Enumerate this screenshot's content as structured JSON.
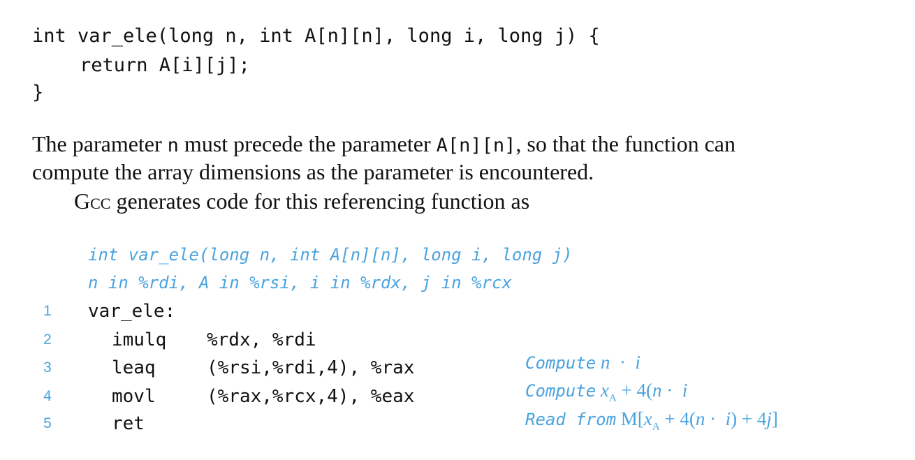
{
  "c_code": {
    "line1": "int var_ele(long n, int A[n][n], long i, long j) {",
    "line2": "return A[i][j];",
    "line3": "}"
  },
  "prose": {
    "p1_a": "The parameter ",
    "p1_code_n": "n",
    "p1_b": " must precede the parameter ",
    "p1_code_arr": "A[n][n]",
    "p1_c": ", so that the function can",
    "p2": "compute the array dimensions as the parameter is encountered.",
    "p3_gcc": "Gcc",
    "p3_rest": " generates code for this referencing function as"
  },
  "asm_header": {
    "signature": "int var_ele(long n, int A[n][n], long i, long j)",
    "registers": "n in %rdi, A in %rsi, i in %rdx, j in %rcx"
  },
  "asm_lines": [
    {
      "num": "1",
      "op": "var_ele:",
      "args": "",
      "comment": ""
    },
    {
      "num": "2",
      "op": "imulq",
      "args": "%rdx, %rdi",
      "comment": "Compute"
    },
    {
      "num": "3",
      "op": "leaq",
      "args": "(%rsi,%rdi,4), %rax",
      "comment": "Compute"
    },
    {
      "num": "4",
      "op": "movl",
      "args": "(%rax,%rcx,4), %eax",
      "comment": "Read from"
    },
    {
      "num": "5",
      "op": "ret",
      "args": "",
      "comment": ""
    }
  ],
  "asm_comment_math": {
    "line2": "n · i",
    "line3": "x_A + 4(n · i",
    "line4": "M[x_A + 4(n · i) + 4j]"
  },
  "colors": {
    "accent": "#4aa3df",
    "text": "#111111",
    "background": "#ffffff"
  }
}
